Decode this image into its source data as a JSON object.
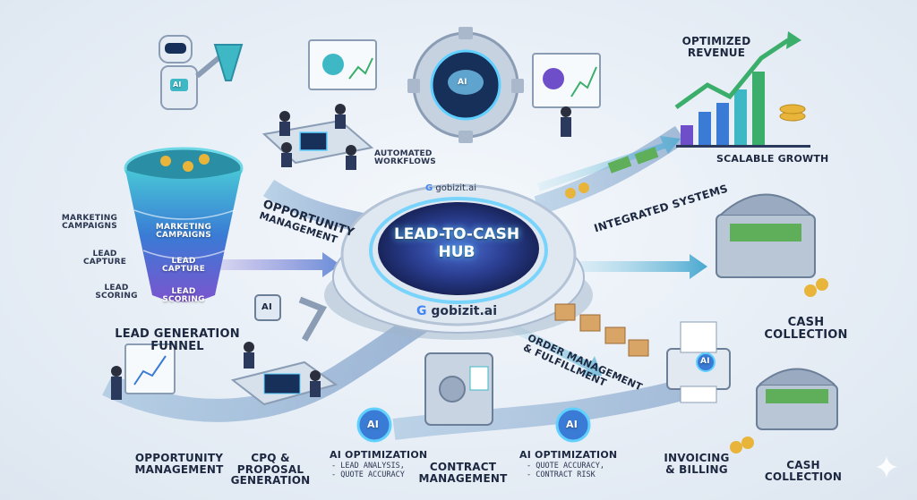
{
  "hub": {
    "title_line1": "LEAD-TO-CASH",
    "title_line2": "HUB"
  },
  "brand": {
    "top": "gobizit.ai",
    "bottom": "gobizit.ai"
  },
  "funnel": {
    "stage1": "MARKETING CAMPAIGNS",
    "stage2a": "LEAD",
    "stage2b": "CAPTURE",
    "stage3a": "LEAD",
    "stage3b": "SCORING",
    "side1a": "MARKETING",
    "side1b": "CAMPAIGNS",
    "side2a": "LEAD",
    "side2b": "CAPTURE",
    "side3a": "LEAD",
    "side3b": "SCORING",
    "caption1": "LEAD GENERATION",
    "caption2": "FUNNEL"
  },
  "labels": {
    "automated1": "AUTOMATED",
    "automated2": "WORKFLOWS",
    "opp_mgmt_top1": "OPPORTUNITY",
    "opp_mgmt_top2": "MANAGEMENT",
    "integrated": "INTEGRATED SYSTEMS",
    "optimized1": "OPTIMIZED",
    "optimized2": "REVENUE",
    "scalable": "SCALABLE GROWTH",
    "cash_right1": "CASH",
    "cash_right2": "COLLECTION",
    "order1": "ORDER MANAGEMENT",
    "order2": "& FULFILLMENT",
    "opp_bottom1": "OPPORTUNITY",
    "opp_bottom2": "MANAGEMENT",
    "cpq1": "CPQ & PROPOSAL",
    "cpq2": "GENERATION",
    "ai_opt1_title": "AI OPTIMIZATION",
    "ai_opt1_line1": "- LEAD ANALYSIS,",
    "ai_opt1_line2": "- QUOTE ACCURACY",
    "contract1": "CONTRACT",
    "contract2": "MANAGEMENT",
    "ai_opt2_title": "AI OPTIMIZATION",
    "ai_opt2_line1": "- QUOTE ACCURACY,",
    "ai_opt2_line2": "- CONTRACT RISK",
    "invoicing1": "INVOICING",
    "invoicing2": "& BILLING",
    "cash_bottom1": "CASH",
    "cash_bottom2": "COLLECTION"
  },
  "badges": {
    "ai": "AI"
  },
  "colors": {
    "navy": "#1c2740",
    "teal": "#3fb8c6",
    "glow": "#5fd0ff",
    "funnel_blue": "#3a7bd5",
    "funnel_purple": "#6f4fc9",
    "growth_green": "#3cae6b",
    "coin_gold": "#e8b53a",
    "cash_green": "#5fae5a"
  }
}
